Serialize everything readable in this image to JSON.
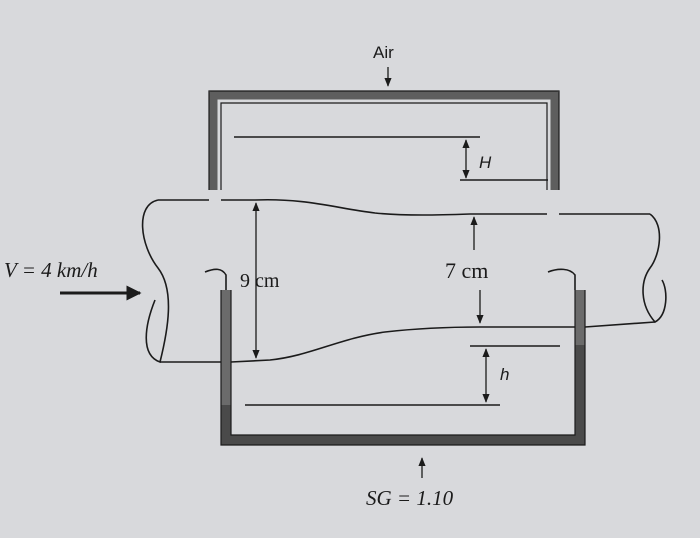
{
  "labels": {
    "air": "Air",
    "velocity": "V = 4 km/h",
    "left_diameter": "9 cm",
    "right_diameter": "7 cm",
    "upper_height": "H",
    "lower_height": "h",
    "specific_gravity": "SG = 1.10"
  },
  "colors": {
    "background": "#d8d9dc",
    "line": "#1b1b1b",
    "manometer_wall": "#6b6b6b",
    "manometer_fluid": "#4a4a4a"
  }
}
